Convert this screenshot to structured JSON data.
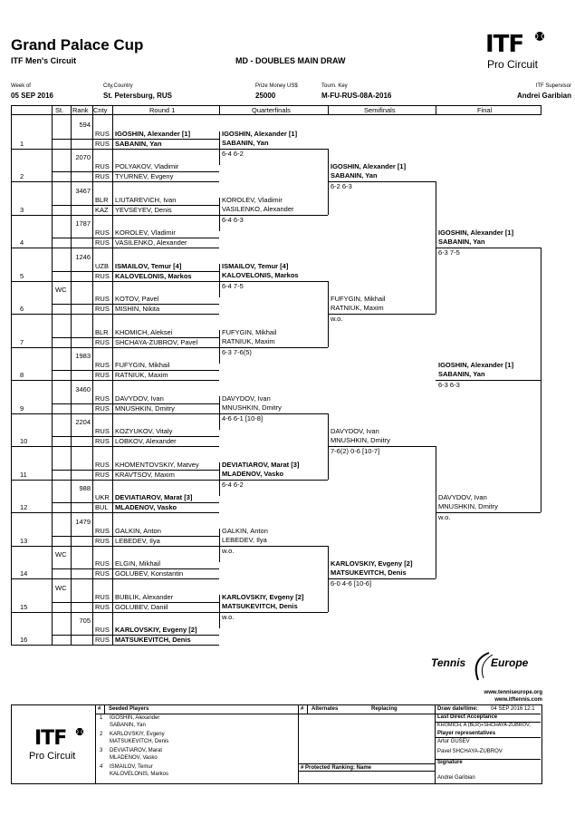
{
  "header": {
    "title": "Grand Palace Cup",
    "subtitle": "ITF Men's Circuit",
    "draw_name": "MD - DOUBLES MAIN DRAW",
    "logo_itf": "ITF",
    "logo_circuit": "Pro Circuit",
    "week_label": "Week of",
    "week_value": "05 SEP 2016",
    "city_label": "City,Country",
    "city_value": "St. Petersburg, RUS",
    "prize_label": "Prize Money US$",
    "prize_value": "25000",
    "key_label": "Tourn. Key",
    "key_value": "M-FU-RUS-08A-2016",
    "super_label": "ITF Supervisor",
    "super_value": "Andrei Garibian"
  },
  "columns": {
    "st": "St.",
    "rank": "Rank",
    "cnty": "Cnty",
    "round1": "Round 1",
    "qf": "Quarterfinals",
    "sf": "Semifinals",
    "final": "Final"
  },
  "draw": [
    {
      "line": "1",
      "st": "",
      "rank": "594",
      "p1": {
        "cnty": "RUS",
        "name": "IGOSHIN, Alexander [1]",
        "bold": true
      },
      "p2": {
        "cnty": "RUS",
        "name": "SABANIN, Yan",
        "bold": true
      }
    },
    {
      "line": "2",
      "st": "",
      "rank": "2070",
      "p1": {
        "cnty": "RUS",
        "name": "POLYAKOV, Vladimir",
        "bold": false
      },
      "p2": {
        "cnty": "RUS",
        "name": "TYURNEV, Evgeny",
        "bold": false
      }
    },
    {
      "line": "3",
      "st": "",
      "rank": "3467",
      "p1": {
        "cnty": "BLR",
        "name": "LIUTAREVICH, Ivan",
        "bold": false
      },
      "p2": {
        "cnty": "KAZ",
        "name": "YEVSEYEV, Denis",
        "bold": false
      }
    },
    {
      "line": "4",
      "st": "",
      "rank": "1787",
      "p1": {
        "cnty": "RUS",
        "name": "KOROLEV, Vladimir",
        "bold": false
      },
      "p2": {
        "cnty": "RUS",
        "name": "VASILENKO, Alexander",
        "bold": false
      }
    },
    {
      "line": "5",
      "st": "",
      "rank": "1246",
      "p1": {
        "cnty": "UZB",
        "name": "ISMAILOV, Temur [4]",
        "bold": true
      },
      "p2": {
        "cnty": "RUS",
        "name": "KALOVELONIS, Markos",
        "bold": true
      }
    },
    {
      "line": "6",
      "st": "WC",
      "rank": "",
      "p1": {
        "cnty": "RUS",
        "name": "KOTOV, Pavel",
        "bold": false
      },
      "p2": {
        "cnty": "RUS",
        "name": "MISHIN, Nikita",
        "bold": false
      }
    },
    {
      "line": "7",
      "st": "",
      "rank": "",
      "p1": {
        "cnty": "BLR",
        "name": "KHOMICH, Aleksei",
        "bold": false
      },
      "p2": {
        "cnty": "RUS",
        "name": "SHCHAYA-ZUBROV, Pavel",
        "bold": false
      }
    },
    {
      "line": "8",
      "st": "",
      "rank": "1983",
      "p1": {
        "cnty": "RUS",
        "name": "FUFYGIN, Mikhail",
        "bold": false
      },
      "p2": {
        "cnty": "RUS",
        "name": "RATNIUK, Maxim",
        "bold": false
      }
    },
    {
      "line": "9",
      "st": "",
      "rank": "3460",
      "p1": {
        "cnty": "RUS",
        "name": "DAVYDOV, Ivan",
        "bold": false
      },
      "p2": {
        "cnty": "RUS",
        "name": "MNUSHKIN, Dmitry",
        "bold": false
      }
    },
    {
      "line": "10",
      "st": "",
      "rank": "2204",
      "p1": {
        "cnty": "RUS",
        "name": "KOZYUKOV, Vitaly",
        "bold": false
      },
      "p2": {
        "cnty": "RUS",
        "name": "LOBKOV, Alexander",
        "bold": false
      }
    },
    {
      "line": "11",
      "st": "",
      "rank": "",
      "p1": {
        "cnty": "RUS",
        "name": "KHOMENTOVSKIY, Matvey",
        "bold": false
      },
      "p2": {
        "cnty": "RUS",
        "name": "KRAVTSOV, Maxim",
        "bold": false
      }
    },
    {
      "line": "12",
      "st": "",
      "rank": "988",
      "p1": {
        "cnty": "UKR",
        "name": "DEVIATIAROV, Marat [3]",
        "bold": true
      },
      "p2": {
        "cnty": "BUL",
        "name": "MLADENOV, Vasko",
        "bold": true
      }
    },
    {
      "line": "13",
      "st": "",
      "rank": "1479",
      "p1": {
        "cnty": "RUS",
        "name": "GALKIN, Anton",
        "bold": false
      },
      "p2": {
        "cnty": "RUS",
        "name": "LEBEDEV, Ilya",
        "bold": false
      }
    },
    {
      "line": "14",
      "st": "WC",
      "rank": "",
      "p1": {
        "cnty": "RUS",
        "name": "ELGIN, Mikhail",
        "bold": false
      },
      "p2": {
        "cnty": "RUS",
        "name": "GOLUBEV, Konstantin",
        "bold": false
      }
    },
    {
      "line": "15",
      "st": "WC",
      "rank": "",
      "p1": {
        "cnty": "RUS",
        "name": "BUBLIK, Alexander",
        "bold": false
      },
      "p2": {
        "cnty": "RUS",
        "name": "GOLUBEV, Daniil",
        "bold": false
      }
    },
    {
      "line": "16",
      "st": "",
      "rank": "705",
      "p1": {
        "cnty": "RUS",
        "name": "KARLOVSKIY, Evgeny [2]",
        "bold": true
      },
      "p2": {
        "cnty": "RUS",
        "name": "MATSUKEVITCH, Denis",
        "bold": true
      }
    }
  ],
  "qf": [
    {
      "n1": "IGOSHIN, Alexander [1]",
      "n2": "SABANIN, Yan",
      "score": "6-4 6-2",
      "bold": true
    },
    {
      "n1": "KOROLEV, Vladimir",
      "n2": "VASILENKO, Alexander",
      "score": "6-4 6-3",
      "bold": false
    },
    {
      "n1": "ISMAILOV, Temur [4]",
      "n2": "KALOVELONIS, Markos",
      "score": "6-4 7-5",
      "bold": true
    },
    {
      "n1": "FUFYGIN, Mikhail",
      "n2": "RATNIUK, Maxim",
      "score": "6-3 7-6(5)",
      "bold": false
    },
    {
      "n1": "DAVYDOV, Ivan",
      "n2": "MNUSHKIN, Dmitry",
      "score": "4-6 6-1 [10-8]",
      "bold": false
    },
    {
      "n1": "DEVIATIAROV, Marat [3]",
      "n2": "MLADENOV, Vasko",
      "score": "6-4 6-2",
      "bold": true
    },
    {
      "n1": "GALKIN, Anton",
      "n2": "LEBEDEV, Ilya",
      "score": "w.o.",
      "bold": false
    },
    {
      "n1": "KARLOVSKIY, Evgeny [2]",
      "n2": "MATSUKEVITCH, Denis",
      "score": "w.o.",
      "bold": true
    }
  ],
  "sf": [
    {
      "n1": "IGOSHIN, Alexander [1]",
      "n2": "SABANIN, Yan",
      "score": "6-2 6-3",
      "bold": true
    },
    {
      "n1": "FUFYGIN, Mikhail",
      "n2": "RATNIUK, Maxim",
      "score": "w.o.",
      "bold": false
    },
    {
      "n1": "DAVYDOV, Ivan",
      "n2": "MNUSHKIN, Dmitry",
      "score": "7-6(2) 0-6 [10-7]",
      "bold": false
    },
    {
      "n1": "KARLOVSKIY, Evgeny [2]",
      "n2": "MATSUKEVITCH, Denis",
      "score": "6-0 4-6 [10-6]",
      "bold": true
    }
  ],
  "final": [
    {
      "n1": "IGOSHIN, Alexander [1]",
      "n2": "SABANIN, Yan",
      "score": "6-3 7-5",
      "bold": true
    },
    {
      "n1": "DAVYDOV, Ivan",
      "n2": "MNUSHKIN, Dmitry",
      "score": "w.o.",
      "bold": false
    }
  ],
  "winner": {
    "n1": "IGOSHIN, Alexander [1]",
    "n2": "SABANIN, Yan",
    "score": "6-3 6-3"
  },
  "footer": {
    "tennis_europe_1": "Tennis",
    "tennis_europe_2": "Europe",
    "url1": "www.tenniseurope.org",
    "url2": "www.itftennis.com",
    "seeded_hash": "#",
    "seeded_title": "Seeded Players",
    "seeds": [
      {
        "num": "1",
        "a": "IGOSHIN, Alexander",
        "b": "SABANIN, Yan"
      },
      {
        "num": "2",
        "a": "KARLOVSKIY, Evgeny",
        "b": "MATSUKEVITCH, Denis"
      },
      {
        "num": "3",
        "a": "DEVIATIAROV, Marat",
        "b": "MLADENOV, Vasko"
      },
      {
        "num": "4",
        "a": "ISMAILOV, Temur",
        "b": "KALOVELONIS, Markos"
      }
    ],
    "alt_hash": "#",
    "alt_title": "Alternates",
    "replacing": "Replacing",
    "protected": "#  Protected Ranking: Name",
    "draw_date_label": "Draw date/time:",
    "draw_date_value": "04 SEP 2016 12:1",
    "lda_label": "Last Direct Acceptance",
    "lda_value": "KHOMICH, A (BLR)+SHCHAYA-ZUBROV,",
    "reps_label": "Player representatives",
    "rep1": "Artur GUSEV",
    "rep2": "Pavel SHCHAYA-ZUBROV",
    "sig_label": "Signature",
    "sig_value": "Andrei Garibian"
  }
}
